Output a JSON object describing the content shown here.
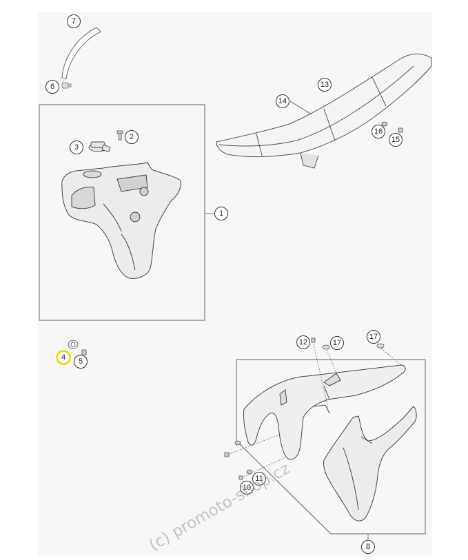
{
  "callouts": {
    "c1": "1",
    "c2": "2",
    "c3": "3",
    "c4": "4",
    "c5": "5",
    "c6": "6",
    "c7": "7",
    "c8": "8",
    "c10": "10",
    "c11": "11",
    "c12": "12",
    "c13": "13",
    "c14": "14",
    "c15": "15",
    "c16": "16",
    "c17a": "17",
    "c17b": "17"
  },
  "highlight_color": "#f2d400",
  "line_color": "#555555",
  "watermark": "(c) promoto-shop.cz"
}
